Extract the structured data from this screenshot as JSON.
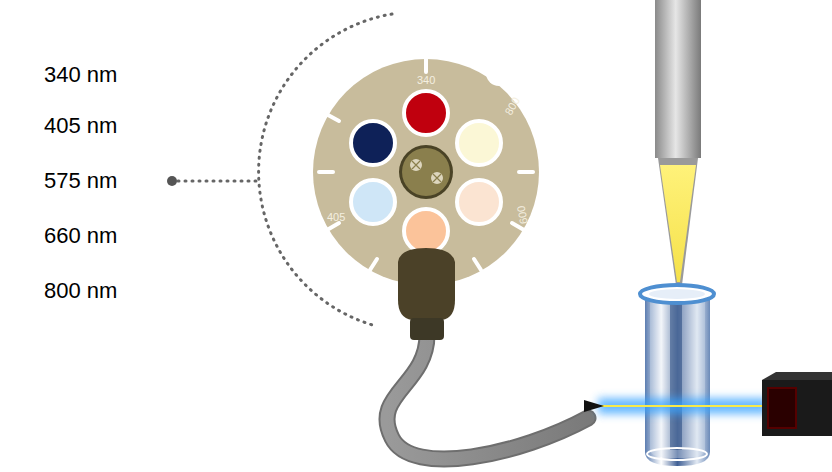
{
  "diagram": {
    "labels": [
      "340 nm",
      "405 nm",
      "575 nm",
      "660 nm",
      "800 nm",
      "340",
      "800",
      "600",
      "405"
    ]
  }
}
